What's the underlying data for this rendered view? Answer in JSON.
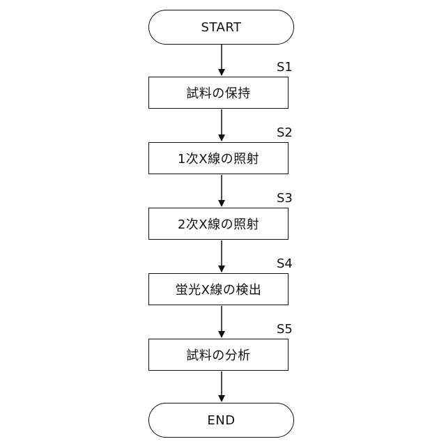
{
  "flowchart": {
    "start_label": "START",
    "end_label": "END",
    "steps": [
      {
        "id": "S1",
        "label": "試料の保持"
      },
      {
        "id": "S2",
        "label": "1次X線の照射"
      },
      {
        "id": "S3",
        "label": "2次X線の照射"
      },
      {
        "id": "S4",
        "label": "蛍光X線の検出"
      },
      {
        "id": "S5",
        "label": "試料の分析"
      }
    ]
  }
}
